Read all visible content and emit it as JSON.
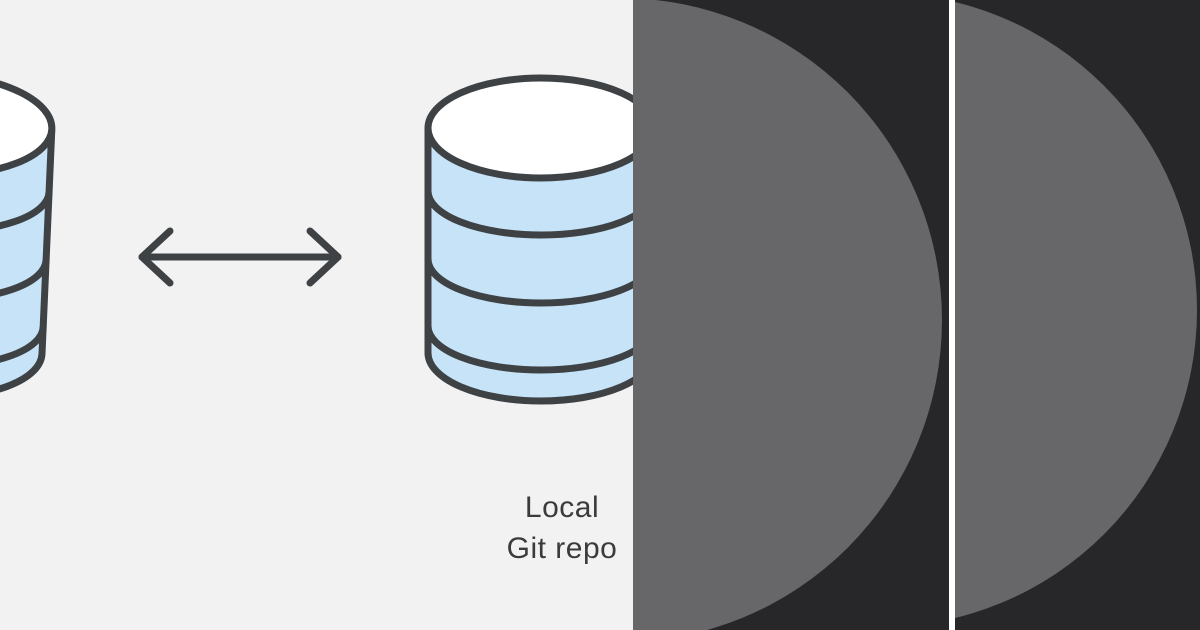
{
  "colors": {
    "bg_light": "#f2f2f3",
    "ink": "#3e4245",
    "cylinder_blue": "#c6e3f8",
    "cylinder_top": "#ffffff",
    "label_ink": "#3b3b3b",
    "panel_dark": "#27272a",
    "circle_gray": "#67676a",
    "divider_white": "#ffffff"
  },
  "diagram": {
    "label": {
      "line1": "Local",
      "line2": "Git repo"
    },
    "icons": {
      "left": "database-cylinder-icon",
      "right": "database-cylinder-icon",
      "connector": "double-headed-arrow-icon"
    }
  },
  "overlay": {
    "panels": [
      {
        "name": "overlay-panel-1",
        "shape": "large-gray-circle"
      },
      {
        "name": "overlay-panel-2",
        "shape": "large-gray-circle"
      }
    ]
  }
}
